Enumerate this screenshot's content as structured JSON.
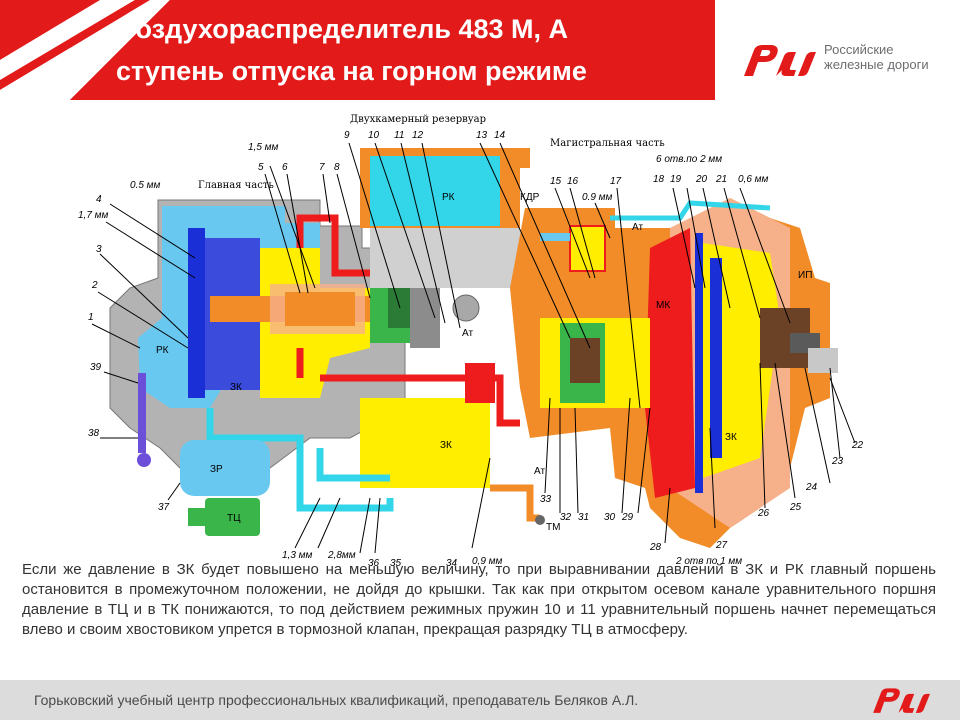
{
  "header": {
    "title_line1": "Воздухораспределитель  483 М, А",
    "title_line2": "ступень отпуска на горном режиме",
    "accent_color": "#e21a1a"
  },
  "brand": {
    "line1": "Российские",
    "line2": "железные дороги",
    "logo_icon": "rzd-logo-icon"
  },
  "diagram": {
    "headings": {
      "reservoir": "Двухкамерный резервуар",
      "main_part": "Главная часть",
      "mainline_part": "Магистральная часть"
    },
    "chambers": {
      "rk_top": "РК",
      "rk_left": "РК",
      "zk_left": "ЗК",
      "zk_bottom": "ЗК",
      "zk_right": "ЗК",
      "zr": "ЗР",
      "tc": "ТЦ",
      "mk": "МК",
      "kdr": "КДР",
      "tm": "ТМ",
      "ip": "ИП",
      "at1": "Ат",
      "at2": "Ат",
      "at3": "Ат"
    },
    "dimensions": {
      "d0_5": "0.5 мм",
      "d1_7": "1,7 мм",
      "d1_5": "1,5 мм",
      "d0_9": "0.9 мм",
      "d6": "6 отв.по 2 мм",
      "d0_6": "0,6 мм",
      "d1_3": "1,3 мм",
      "d2_8": "2,8мм",
      "d0_9b": "0,9 мм",
      "d2": "2 отв по 1 мм"
    },
    "numbers": {
      "n1": "1",
      "n2": "2",
      "n3": "3",
      "n4": "4",
      "n5": "5",
      "n6": "6",
      "n7": "7",
      "n8": "8",
      "n9": "9",
      "n10": "10",
      "n11": "11",
      "n12": "12",
      "n13": "13",
      "n14": "14",
      "n15": "15",
      "n16": "16",
      "n17": "17",
      "n18": "18",
      "n19": "19",
      "n20": "20",
      "n21": "21",
      "n22": "22",
      "n23": "23",
      "n24": "24",
      "n25": "25",
      "n26": "26",
      "n27": "27",
      "n28": "28",
      "n29": "29",
      "n30": "30",
      "n31": "31",
      "n32": "32",
      "n33": "33",
      "n34": "34",
      "n35": "35",
      "n36": "36",
      "n37": "37",
      "n38": "38",
      "n39": "39"
    },
    "colors": {
      "blue": "#1a2fd6",
      "light_blue": "#69c8f0",
      "cyan": "#33d6e8",
      "yellow": "#ffee00",
      "red": "#ee1c1c",
      "orange": "#f28c28",
      "peach": "#f6b08a",
      "green": "#39b54a",
      "gray": "#b3b3b3",
      "dark_gray": "#5a5a5a",
      "purple": "#6c4fd8",
      "brown": "#6b4226"
    }
  },
  "description": "Если же давление в ЗК будет повышено на меньшую величину, то при выравнивании давлений в ЗК и РК главный поршень остановится в промежуточном положении, не дойдя до крышки. Так как при открытом осевом канале уравнительного поршня давление в ТЦ и в ТК понижаются, то под действием режимных пружин 10 и 11 уравнительный поршень начнет перемещаться влево и своим хвостовиком упрется в тормозной клапан, прекращая разрядку ТЦ в атмосферу.",
  "footer": {
    "text": "Горьковский учебный центр профессиональных квалификаций, преподаватель Беляков А.Л.",
    "logo_icon": "rzd-logo-icon"
  }
}
